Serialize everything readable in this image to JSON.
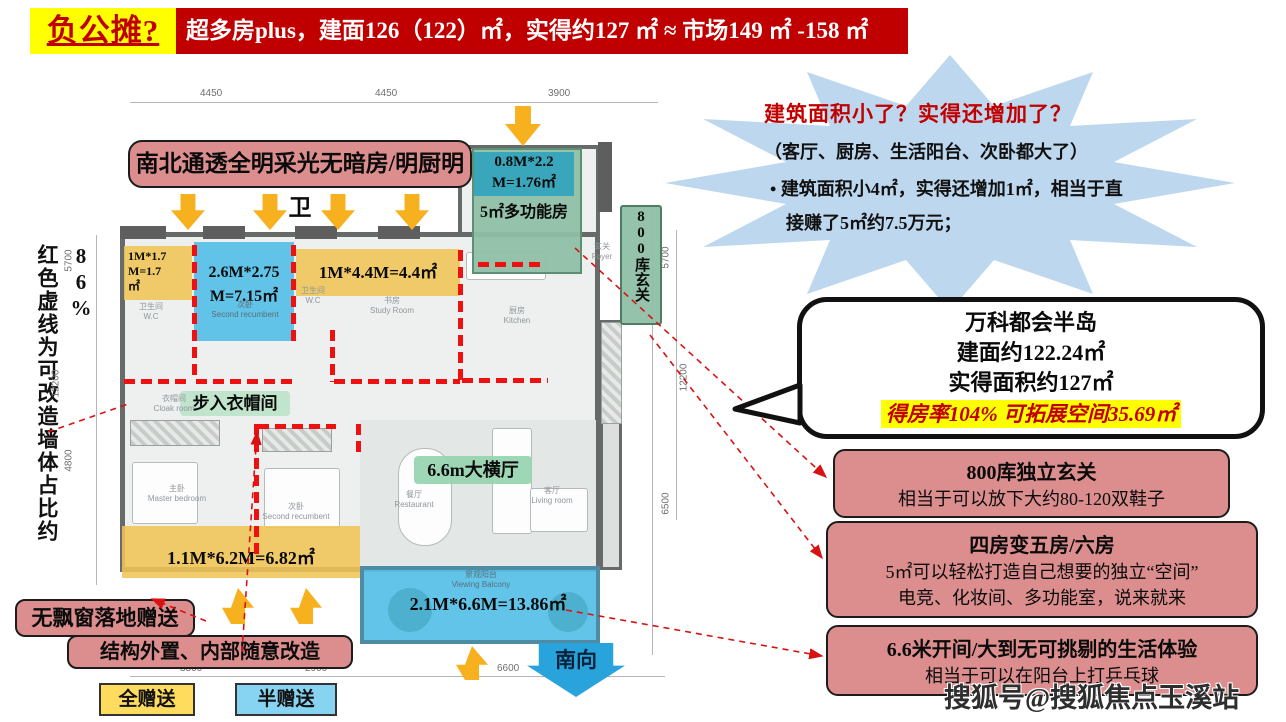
{
  "banner": {
    "badge": "负公摊?",
    "headline": "超多房plus，建面126（122）㎡，实得约127 ㎡ ≈ 市场149 ㎡ -158 ㎡"
  },
  "left_note": "红色虚线为可改造墙体占比约86%",
  "top_callout": "南北通透全明采光无暗房/明厨明卫",
  "dims": {
    "top": [
      "4450",
      "4450",
      "3900"
    ],
    "left": [
      "5700",
      "12200",
      "4800"
    ],
    "right": [
      "5700",
      "12200",
      "6500"
    ],
    "bottom": [
      "3300",
      "2900",
      "6600"
    ]
  },
  "plan": {
    "overlays": {
      "bay1": [
        "1M*1.7",
        "M=1.7",
        "㎡"
      ],
      "bed2_top": [
        "2.6M*2.75",
        "M=7.15㎡"
      ],
      "bay2": "1M*4.4M=4.4㎡",
      "multi_strip": [
        "0.8M*2.2",
        "M=1.76㎡"
      ],
      "multi_room": "5㎡多功能房",
      "shoe_cabinet": "800库玄关",
      "cloak": "步入衣帽间",
      "hall": "6.6m大横厅",
      "band_bottom": "1.1M*6.2M=6.82㎡",
      "balcony": "2.1M*6.6M=13.86㎡"
    },
    "rooms": {
      "wc1": [
        "卫生间",
        "W.C"
      ],
      "bed2a": [
        "次卧",
        "Second recumbent"
      ],
      "wc2": [
        "卫生间",
        "W.C"
      ],
      "study": [
        "书房",
        "Study Room"
      ],
      "kitchen": [
        "厨房",
        "Kitchen"
      ],
      "foyer": [
        "玄关",
        "Foyer"
      ],
      "cloakroom": [
        "衣帽间",
        "Cloak room"
      ],
      "master": [
        "主卧",
        "Master bedroom"
      ],
      "bed2b": [
        "次卧",
        "Second recumbent"
      ],
      "dining": [
        "餐厅",
        "Restaurant"
      ],
      "living": [
        "客厅",
        "Living room"
      ],
      "view_balcony": [
        "景观阳台",
        "Viewing Balcony"
      ]
    }
  },
  "burst": {
    "title": "建筑面积小了？实得还增加了？",
    "subtitle": "（客厅、厨房、生活阳台、次卧都大了）",
    "bullet_mark": "•",
    "bullet": "建筑面积小4㎡，实得还增加1㎡，相当于直接赚了5㎡约7.5万元；"
  },
  "bubble": {
    "line1": "万科都会半岛",
    "line2": "建面约122.24㎡",
    "line3": "实得面积约127㎡",
    "highlight": "得房率104% 可拓展空间35.69㎡"
  },
  "info_boxes": [
    {
      "title": "800库独立玄关",
      "lines": [
        "相当于可以放下大约80-120双鞋子"
      ]
    },
    {
      "title": "四房变五房/六房",
      "lines": [
        "5㎡可以轻松打造自己想要的独立“空间”",
        "电竞、化妆间、多功能室，说来就来"
      ]
    },
    {
      "title": "6.6米开间/大到无可挑剔的生活体验",
      "lines": [
        "相当于可以在阳台上打乒乓球"
      ]
    }
  ],
  "bottom": {
    "callout1": "无飘窗落地赠送",
    "callout2": "结构外置、内部随意改造",
    "legend_full": "全赠送",
    "legend_half": "半赠送",
    "south": "南向"
  },
  "watermark": "搜狐号@搜狐焦点玉溪站",
  "colors": {
    "banner_red": "#c00000",
    "highlight_yellow": "#ffff00",
    "pink_callout": "#dc8e8e",
    "burst_blue": "#bdd7ee",
    "gold_arrow": "#f7b01e",
    "south_blue": "#29a3dc",
    "overlay_yellow": "#f0c455",
    "overlay_blue": "#55bfe6",
    "overlay_green": "#8fbfa7",
    "red_dash": "#ee1111"
  }
}
